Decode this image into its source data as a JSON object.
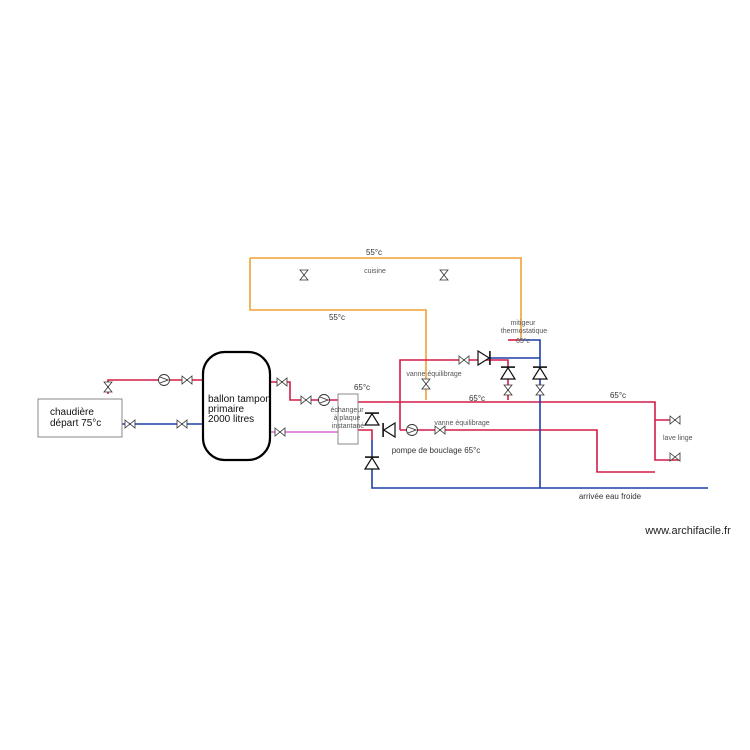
{
  "colors": {
    "hot_water": "#d21c46",
    "cold_water": "#1f3fa6",
    "sanitary_loop": "#f0a233",
    "return_primary": "#d96ad6",
    "equipment_outline": "#888888"
  },
  "labels": {
    "boiler": [
      "chaudière",
      "départ 75°c"
    ],
    "buffer_tank": [
      "ballon tampon",
      "primaire",
      "2000 litres"
    ],
    "exchanger": [
      "échangeur",
      "à plaque",
      "instantané"
    ],
    "exchanger_temp": "65°c",
    "loop_temp_top": "55°c",
    "loop_temp_left": "55°c",
    "kitchen": "cuisine",
    "mixer": [
      "mitigeur",
      "thermostatique"
    ],
    "mixer_temp": "65°c",
    "balancing_valve_top": "vanne équilibrage",
    "balancing_valve_bottom": "vanne équilibrage",
    "hot_line_temp_1": "65°c",
    "hot_line_temp_2": "65°c",
    "circulation_pump": "pompe de bouclage 65°c",
    "laundry": "lave linge",
    "cold_inlet": "arrivée eau froide",
    "watermark": "www.archifacile.fr"
  },
  "icons": [
    "valve-icon",
    "check-valve-icon",
    "pump-icon"
  ]
}
